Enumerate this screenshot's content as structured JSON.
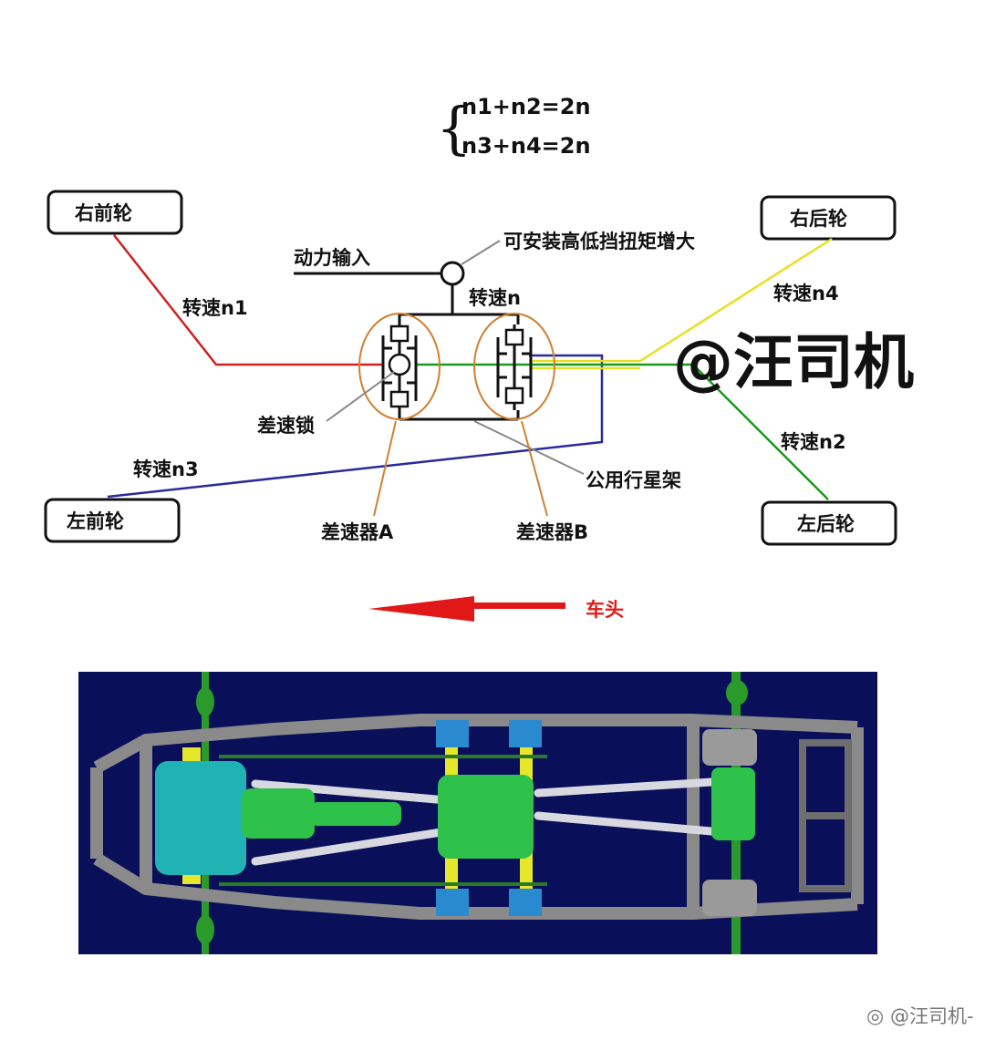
{
  "equations": {
    "line1": "n1+n2=2n",
    "line2": "n3+n4=2n"
  },
  "wheels": {
    "right_front": "右前轮",
    "left_front": "左前轮",
    "right_rear": "右后轮",
    "left_rear": "左后轮"
  },
  "labels": {
    "power_input": "动力输入",
    "high_low_note": "可安装高低挡扭矩增大",
    "speed_n": "转速n",
    "speed_n1": "转速n1",
    "speed_n2": "转速n2",
    "speed_n3": "转速n3",
    "speed_n4": "转速n4",
    "diff_lock": "差速锁",
    "shared_carrier": "公用行星架",
    "diff_a": "差速器A",
    "diff_b": "差速器B",
    "vehicle_front": "车头"
  },
  "watermark": {
    "big": "@汪司机",
    "small": "@汪司机-"
  },
  "colors": {
    "n1_line": "#d02020",
    "n2_line": "#1a9a1a",
    "n3_line": "#2a2a9a",
    "n4_line": "#e8e020",
    "diff_outline": "#d08030",
    "arrow": "#e01818",
    "chassis_bg": "#0a0f5a"
  }
}
